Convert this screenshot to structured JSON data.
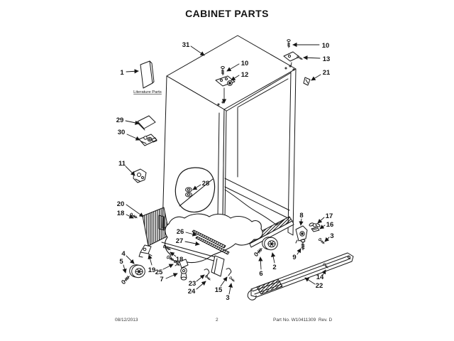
{
  "page": {
    "title": "CABINET PARTS",
    "footer": {
      "date": "08/12/2013",
      "page_number": "2",
      "part_line": "Part No. W10411309  Rev. D"
    }
  },
  "diagram": {
    "literature_label": "Literature Parts",
    "callouts": {
      "k31": "31",
      "k10a": "10",
      "k12": "12",
      "k10b": "10",
      "k13": "13",
      "k21": "21",
      "k1": "1",
      "k29": "29",
      "k30": "30",
      "k11": "11",
      "k20": "20",
      "k18a": "18",
      "k28": "28",
      "k26": "26",
      "k27": "27",
      "k4": "4",
      "k5": "5",
      "k19": "19",
      "k25": "25",
      "k7": "7",
      "k18b": "18",
      "k23": "23",
      "k24": "24",
      "k15": "15",
      "k3a": "3",
      "k2": "2",
      "k6": "6",
      "k8": "8",
      "k9": "9",
      "k17": "17",
      "k16": "16",
      "k3b": "3",
      "k14": "14",
      "k22": "22"
    }
  }
}
